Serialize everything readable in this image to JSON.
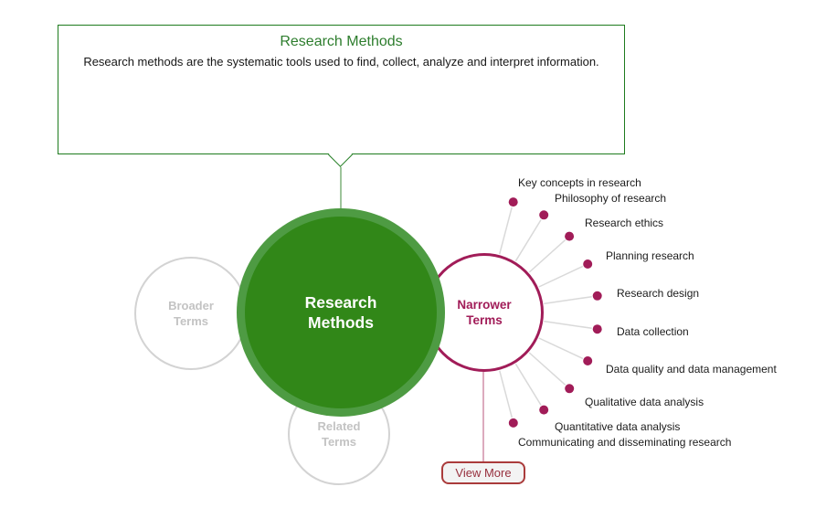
{
  "callout": {
    "title": "Research Methods",
    "description": "Research methods are the systematic tools used to find, collect, analyze and interpret information."
  },
  "center_node": {
    "label": "Research Methods"
  },
  "broader": {
    "label": "Broader Terms"
  },
  "related": {
    "label": "Related Terms"
  },
  "narrower": {
    "label": "Narrower Terms",
    "terms": [
      "Key concepts in research",
      "Philosophy of research",
      "Research ethics",
      "Planning research",
      "Research design",
      "Data collection",
      "Data quality and data management",
      "Qualitative data analysis",
      "Quantitative data analysis",
      "Communicating and disseminating research"
    ]
  },
  "view_more": {
    "label": "View More"
  },
  "colors": {
    "green_dark": "#318718",
    "green_light": "#4e9b43",
    "green_border": "#1e7b1e",
    "green_title": "#2d7d2d",
    "green_line": "#9dc49a",
    "crimson": "#a11c58",
    "pink_line": "#d08fa8",
    "gray_border": "#d3d3d3",
    "gray_text": "#c3c3c3",
    "connector": "#d9d9d9",
    "label": "#1b1b1b",
    "btn_border": "#aa3b3b",
    "btn_text": "#97303e",
    "btn_bg": "#f3f3f3"
  }
}
